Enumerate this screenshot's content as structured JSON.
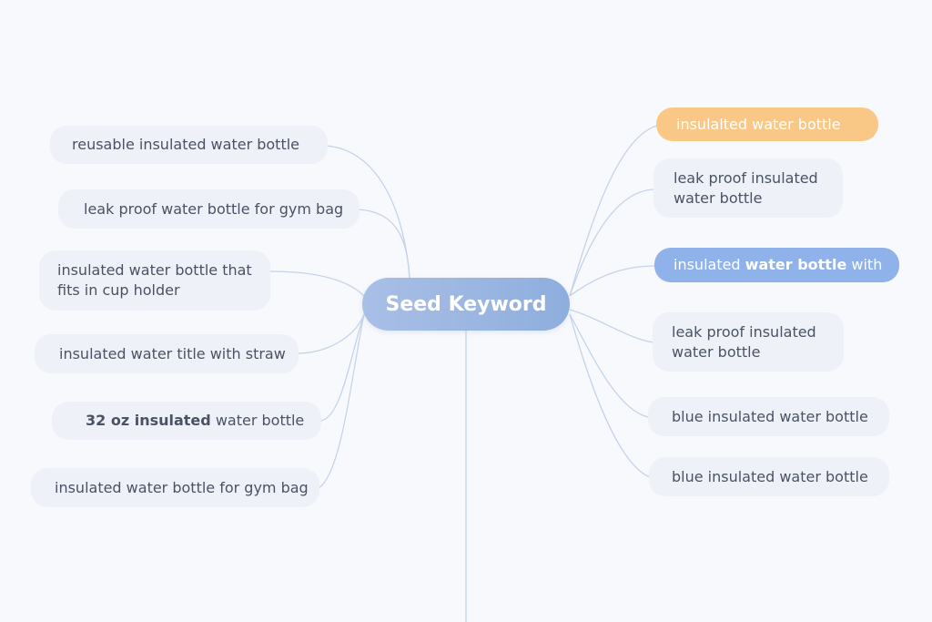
{
  "seed": {
    "label": "Seed Keyword"
  },
  "left_nodes": [
    {
      "label": "reusable insulated water bottle"
    },
    {
      "label": "leak proof water bottle for gym bag"
    },
    {
      "label": "insulated water bottle that fits in cup holder"
    },
    {
      "label": "insulated water title with straw"
    },
    {
      "bold": "32 oz insulated",
      "rest": " water bottle"
    },
    {
      "label": "insulated water bottle for gym bag"
    }
  ],
  "right_nodes": [
    {
      "label": "insulalted water bottle",
      "color": "#f9c887"
    },
    {
      "label": "leak proof insulated water bottle"
    },
    {
      "pre": "insulated ",
      "bold": "water bottle",
      "post": " with",
      "color": "#8fb2ea"
    },
    {
      "label": "leak proof insulated water bottle"
    },
    {
      "label": "blue insulated water bottle"
    },
    {
      "label": "blue insulated water bottle"
    }
  ],
  "colors": {
    "connector": "#c5d3ea",
    "node_bg": "#eef1f7",
    "text": "#4a5264",
    "accent_orange": "#f9c887",
    "accent_blue": "#8fb2ea"
  }
}
